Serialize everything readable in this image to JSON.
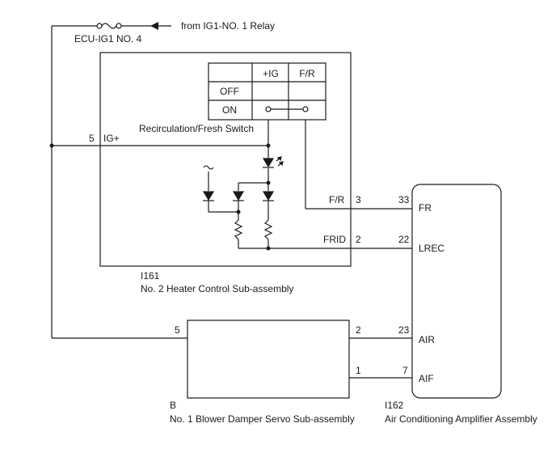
{
  "fuse": {
    "name": "ECU-IG1 NO. 4",
    "source": "from IG1-NO. 1 Relay"
  },
  "heater_control": {
    "connector": "I161",
    "name": "No. 2 Heater Control Sub-assembly",
    "switch_label": "Recirculation/Fresh Switch",
    "switch_table": {
      "col_ig": "+IG",
      "col_fr": "F/R",
      "row_off": "OFF",
      "row_on": "ON"
    },
    "pins": {
      "ig_pin": "5",
      "ig_name": "IG+",
      "fr_pin": "3",
      "fr_name": "F/R",
      "frid_pin": "2",
      "frid_name": "FRID"
    }
  },
  "amplifier": {
    "connector": "I162",
    "name": "Air Conditioning Amplifier Assembly",
    "pins": {
      "fr_pin": "33",
      "fr_name": "FR",
      "lrec_pin": "22",
      "lrec_name": "LREC",
      "air_pin": "23",
      "air_name": "AIR",
      "aif_pin": "7",
      "aif_name": "AIF"
    }
  },
  "servo": {
    "connector": "B",
    "name": "No. 1 Blower Damper Servo Sub-assembly",
    "pins": {
      "left_pin": "5",
      "top_right_pin": "2",
      "bottom_right_pin": "1"
    }
  }
}
